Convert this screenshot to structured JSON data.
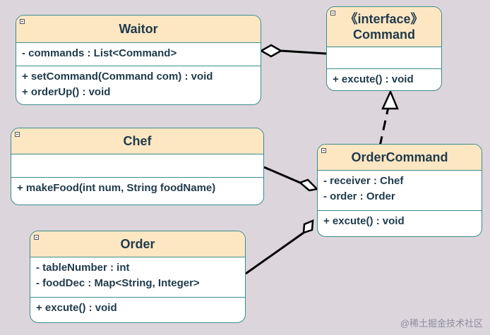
{
  "classes": {
    "waitor": {
      "name": "Waitor",
      "attributes": [
        "- commands :   List<Command>"
      ],
      "methods": [
        "+ setCommand(Command com) : void",
        "+ orderUp() : void"
      ]
    },
    "command": {
      "stereotype": "《interface》",
      "name": "Command",
      "attributes": [],
      "methods": [
        "+ excute() : void"
      ]
    },
    "chef": {
      "name": "Chef",
      "attributes": [],
      "methods": [
        "+ makeFood(int num, String foodName)"
      ]
    },
    "order_command": {
      "name": "OrderCommand",
      "attributes": [
        "- receiver : Chef",
        "- order : Order"
      ],
      "methods": [
        "+ excute() : void"
      ]
    },
    "order": {
      "name": "Order",
      "attributes": [
        "- tableNumber : int",
        "- foodDec : Map<String, Integer>"
      ],
      "methods": [
        "+ excute() : void"
      ]
    }
  },
  "watermark": "@稀土掘金技术社区",
  "colors": {
    "header_fill": "#fde7c3",
    "border": "#3a8c8c",
    "text": "#1f3a4a",
    "background": "#dcd6dc"
  }
}
